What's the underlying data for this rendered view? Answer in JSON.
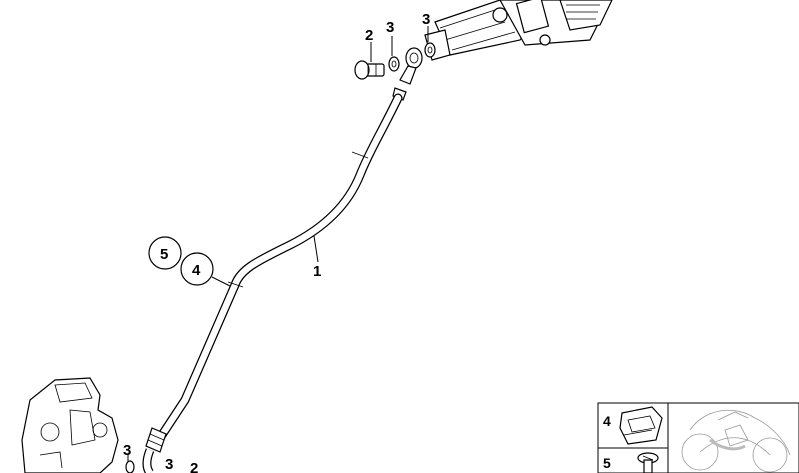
{
  "callouts": {
    "hose": "1",
    "banjo_bolt_top": "2",
    "seal_top_left": "3",
    "seal_top_right": "3",
    "clip_circle": "4",
    "screw_circle": "5",
    "seal_bottom_left": "3",
    "seal_bottom_right": "3",
    "banjo_bolt_bottom": "2"
  },
  "inset": {
    "clip_label": "4",
    "screw_label": "5"
  }
}
